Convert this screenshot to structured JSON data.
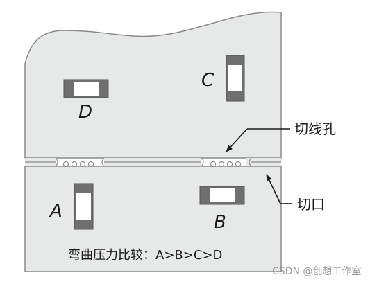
{
  "labels": {
    "A": "A",
    "B": "B",
    "C": "C",
    "D": "D"
  },
  "callouts": {
    "cut_hole": "切线孔",
    "notch": "切口"
  },
  "caption": "弯曲压力比较：A>B>C>D",
  "watermark": "CSDN @创想工作室",
  "colors": {
    "board": "#e7e8e8",
    "board_outline": "#8a8a8a",
    "component_end": "#6f6f6f",
    "component_body": "#ffffff"
  }
}
